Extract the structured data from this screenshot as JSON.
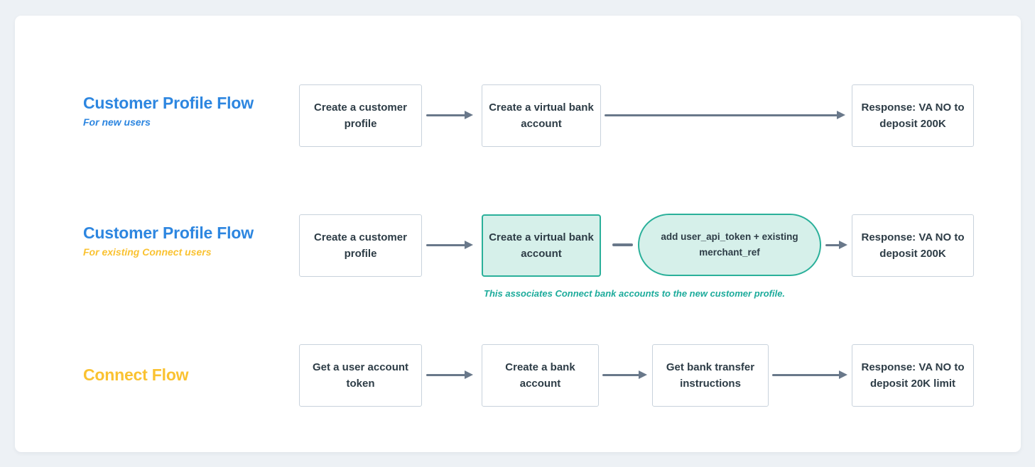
{
  "colors": {
    "page_background": "#edf1f5",
    "card_background": "#ffffff",
    "blue_accent": "#2d86e0",
    "yellow_accent": "#fac231",
    "teal_border": "#2ab09a",
    "teal_fill": "#d6f0ea",
    "teal_note_text": "#1cab9b",
    "arrow": "#69788a",
    "box_border": "#c8d2dc",
    "box_text": "#2d3c46"
  },
  "flows": [
    {
      "title": "Customer Profile Flow",
      "subtitle": "For new users",
      "steps": {
        "create_customer_profile": "Create a customer\nprofile",
        "create_virtual_bank_account": "Create a virtual bank\naccount"
      },
      "response": "Response: VA NO to\ndeposit 200K"
    },
    {
      "title": "Customer Profile Flow",
      "subtitle": "For existing Connect users",
      "steps": {
        "create_customer_profile": "Create a customer\nprofile",
        "create_virtual_bank_account": "Create a virtual bank\naccount"
      },
      "annotation_pill": "add user_api_token + existing\nmerchant_ref",
      "response": "Response: VA NO to\ndeposit 200K",
      "note": "This associates Connect bank accounts to the new customer profile."
    },
    {
      "title": "Connect Flow",
      "steps": {
        "get_user_account_token": "Get a user account\ntoken",
        "create_bank_account": "Create a bank\naccount",
        "get_bank_transfer_instructions": "Get bank transfer\ninstructions"
      },
      "response": "Response: VA NO to\ndeposit 20K limit"
    }
  ]
}
